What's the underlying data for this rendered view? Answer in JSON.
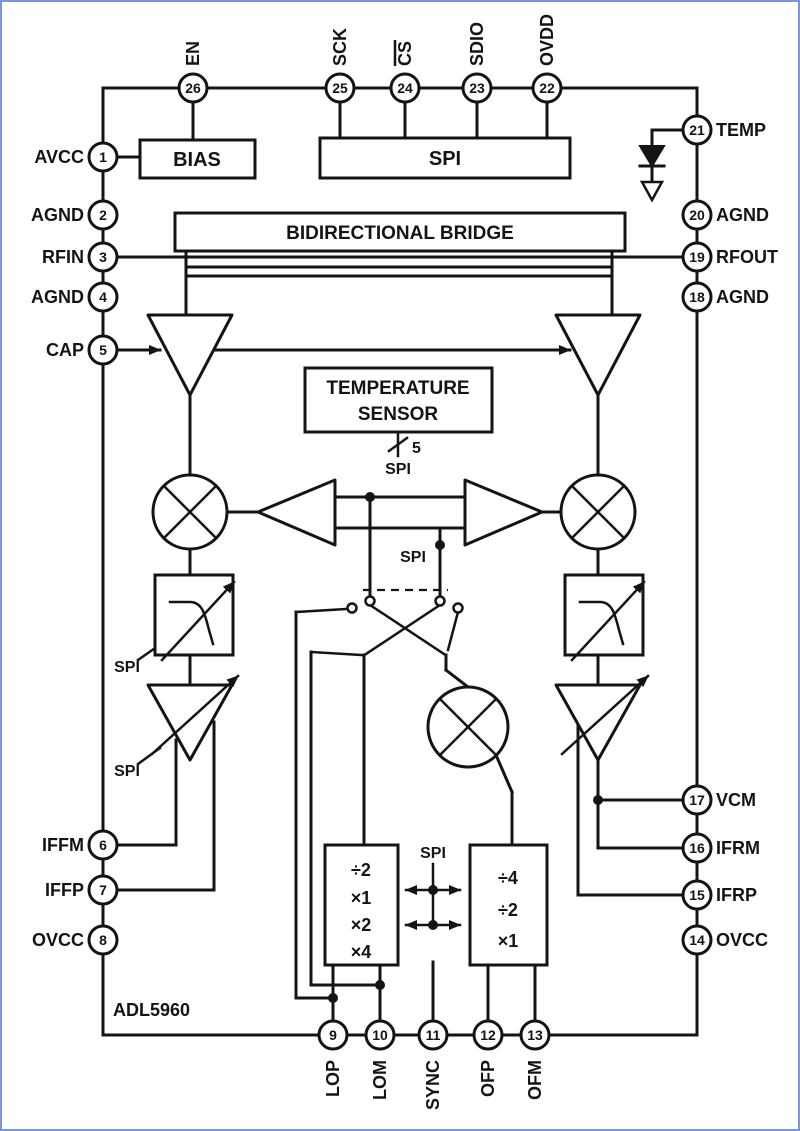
{
  "chip": {
    "name": "ADL5960"
  },
  "blocks": {
    "bias": "BIAS",
    "spi": "SPI",
    "bridge": "BIDIRECTIONAL BRIDGE",
    "temp_sensor_line1": "TEMPERATURE",
    "temp_sensor_line2": "SENSOR"
  },
  "labels": {
    "bus_width": "5",
    "spi_sensor": "SPI",
    "spi_lo": "SPI",
    "spi_filter": "SPI",
    "spi_vga": "SPI",
    "spi_divider": "SPI"
  },
  "dividers": {
    "left": [
      "÷2",
      "×1",
      "×2",
      "×4"
    ],
    "right": [
      "÷4",
      "÷2",
      "×1"
    ]
  },
  "pins": {
    "top": [
      {
        "num": "26",
        "label": "EN"
      },
      {
        "num": "25",
        "label": "SCK"
      },
      {
        "num": "24",
        "label": "CS"
      },
      {
        "num": "23",
        "label": "SDIO"
      },
      {
        "num": "22",
        "label": "OVDD"
      }
    ],
    "left": [
      {
        "num": "1",
        "label": "AVCC"
      },
      {
        "num": "2",
        "label": "AGND"
      },
      {
        "num": "3",
        "label": "RFIN"
      },
      {
        "num": "4",
        "label": "AGND"
      },
      {
        "num": "5",
        "label": "CAP"
      },
      {
        "num": "6",
        "label": "IFFM"
      },
      {
        "num": "7",
        "label": "IFFP"
      },
      {
        "num": "8",
        "label": "OVCC"
      }
    ],
    "right": [
      {
        "num": "21",
        "label": "TEMP"
      },
      {
        "num": "20",
        "label": "AGND"
      },
      {
        "num": "19",
        "label": "RFOUT"
      },
      {
        "num": "18",
        "label": "AGND"
      },
      {
        "num": "17",
        "label": "VCM"
      },
      {
        "num": "16",
        "label": "IFRM"
      },
      {
        "num": "15",
        "label": "IFRP"
      },
      {
        "num": "14",
        "label": "OVCC"
      }
    ],
    "bottom": [
      {
        "num": "9",
        "label": "LOP"
      },
      {
        "num": "10",
        "label": "LOM"
      },
      {
        "num": "11",
        "label": "SYNC"
      },
      {
        "num": "12",
        "label": "OFP"
      },
      {
        "num": "13",
        "label": "OFM"
      }
    ]
  }
}
